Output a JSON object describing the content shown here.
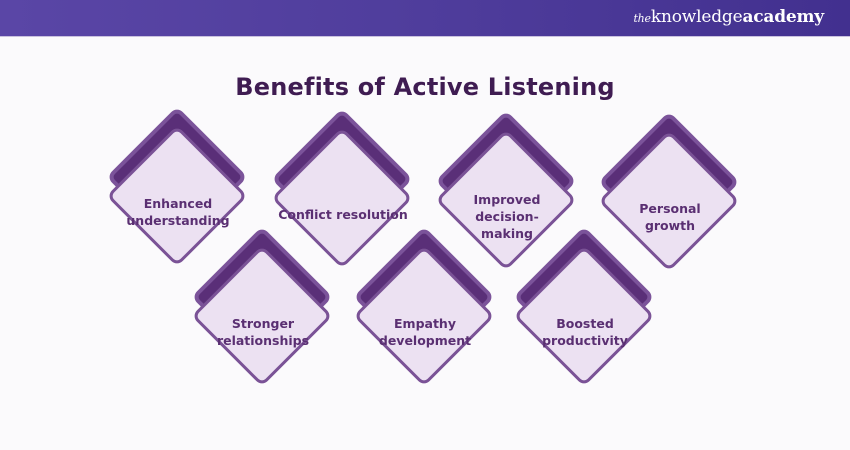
{
  "header": {
    "brand_prefix": "the",
    "brand_main": "knowledge",
    "brand_suffix": "academy",
    "background_color": "#4f3d9c"
  },
  "title": "Benefits of Active Listening",
  "colors": {
    "title": "#3f1c52",
    "diamond_back": "#5a2f78",
    "diamond_front": "#ece1f2",
    "diamond_border": "#7a5296",
    "label": "#5a2f72"
  },
  "benefits": [
    {
      "label": "Enhanced understanding"
    },
    {
      "label": "Conflict resolution"
    },
    {
      "label": "Improved decision-making"
    },
    {
      "label": "Personal growth"
    },
    {
      "label": "Stronger relationships"
    },
    {
      "label": "Empathy development"
    },
    {
      "label": "Boosted productivity"
    }
  ]
}
